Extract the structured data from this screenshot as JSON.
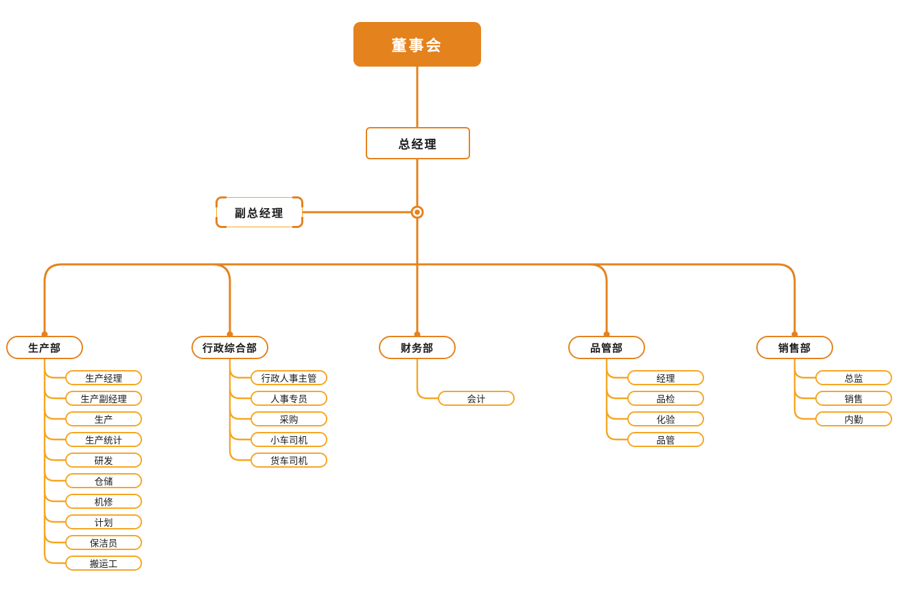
{
  "colors": {
    "primary": "#E4821E",
    "secondary": "#F5A623",
    "root_text": "#FFFFFF",
    "node_text": "#1B1B1B",
    "background": "#FFFFFF"
  },
  "root": {
    "label": "董事会"
  },
  "general_manager": {
    "label": "总经理"
  },
  "deputy_general_manager": {
    "label": "副总经理"
  },
  "departments": [
    {
      "label": "生产部",
      "children": [
        "生产经理",
        "生产副经理",
        "生产",
        "生产统计",
        "研发",
        "仓储",
        "机修",
        "计划",
        "保洁员",
        "搬运工"
      ]
    },
    {
      "label": "行政综合部",
      "children": [
        "行政人事主管",
        "人事专员",
        "采购",
        "小车司机",
        "货车司机"
      ]
    },
    {
      "label": "财务部",
      "children": [
        "会计"
      ]
    },
    {
      "label": "品管部",
      "children": [
        "经理",
        "品检",
        "化验",
        "品管"
      ]
    },
    {
      "label": "销售部",
      "children": [
        "总监",
        "销售",
        "内勤"
      ]
    }
  ]
}
